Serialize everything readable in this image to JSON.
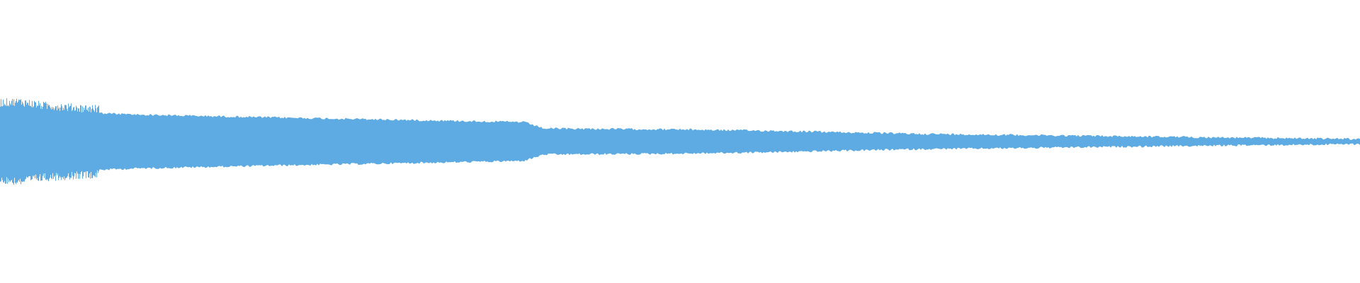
{
  "waveform": {
    "color": "#5dabe2",
    "background": "#ffffff",
    "envelope": [
      {
        "t": 0.0,
        "amp": 0.245
      },
      {
        "t": 0.015,
        "amp": 0.25
      },
      {
        "t": 0.03,
        "amp": 0.225
      },
      {
        "t": 0.06,
        "amp": 0.205
      },
      {
        "t": 0.1,
        "amp": 0.19
      },
      {
        "t": 0.2,
        "amp": 0.17
      },
      {
        "t": 0.3,
        "amp": 0.152
      },
      {
        "t": 0.385,
        "amp": 0.137
      },
      {
        "t": 0.4,
        "amp": 0.092
      },
      {
        "t": 0.5,
        "amp": 0.085
      },
      {
        "t": 0.57,
        "amp": 0.075
      },
      {
        "t": 0.67,
        "amp": 0.055
      },
      {
        "t": 0.8,
        "amp": 0.04
      },
      {
        "t": 0.9,
        "amp": 0.028
      },
      {
        "t": 1.0,
        "amp": 0.018
      }
    ]
  }
}
